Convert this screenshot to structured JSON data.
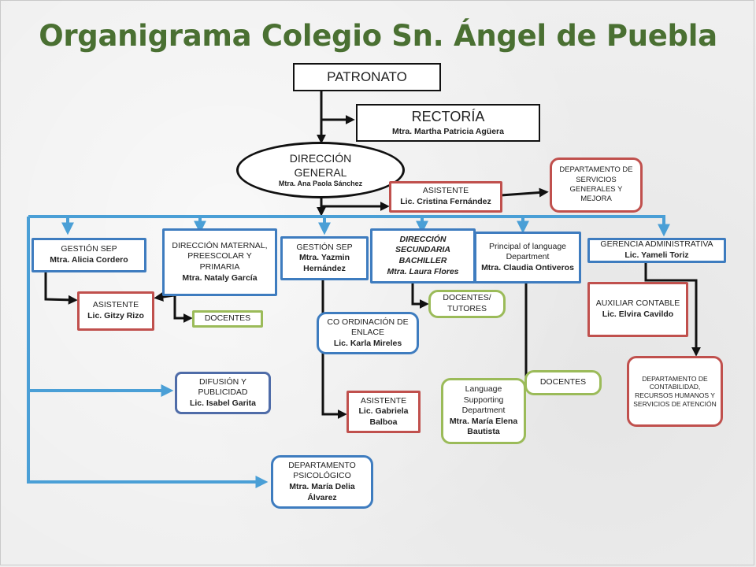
{
  "title": "Organigrama  Colegio Sn. Ángel de Puebla",
  "nodes": {
    "patronato": {
      "l1": "PATRONATO"
    },
    "rectoria": {
      "l1": "RECTORÍA",
      "l2": "Mtra. Martha Patricia Agüera"
    },
    "direccion_general": {
      "l1": "DIRECCIÓN",
      "l2": "GENERAL",
      "l3": "Mtra. Ana Paola Sánchez"
    },
    "asistente_cristina": {
      "l1": "ASISTENTE",
      "l2": "Lic. Cristina Fernández"
    },
    "depto_servicios": {
      "l1": "DEPARTAMENTO DE SERVICIOS GENERALES Y MEJORA"
    },
    "gestion_sep_alicia": {
      "l1": "GESTIÓN SEP",
      "l2": "Mtra. Alicia Cordero"
    },
    "direccion_maternal": {
      "l1": "DIRECCIÓN MATERNAL, PREESCOLAR Y PRIMARIA",
      "l2": "Mtra. Nataly García"
    },
    "gestion_sep_yazmin": {
      "l1": "GESTIÓN SEP",
      "l2": "Mtra. Yazmin Hernández"
    },
    "direccion_secundaria": {
      "l1": "DIRECCIÓN SECUNDARIA BACHILLER",
      "l2": "Mtra. Laura Flores"
    },
    "principal_language": {
      "l1": "Principal of language Department",
      "l2": "Mtra. Claudia Ontiveros"
    },
    "gerencia_admin": {
      "l1": "GERENCIA ADMINISTRATIVA",
      "l2": "Lic. Yameli Toriz"
    },
    "asistente_gitzy": {
      "l1": "ASISTENTE",
      "l2": "Lic. Gitzy Rizo"
    },
    "docentes_1": {
      "l1": "DOCENTES"
    },
    "docentes_tutores": {
      "l1": "DOCENTES/ TUTORES"
    },
    "coordinacion_enlace": {
      "l1": "CO ORDINACIÓN DE ENLACE",
      "l2": "Lic. Karla Mireles"
    },
    "auxiliar_contable": {
      "l1": "AUXILIAR CONTABLE",
      "l2": "Lic. Elvira Cavildo"
    },
    "depto_contabilidad": {
      "l1": "DEPARTAMENTO DE CONTABILIDAD, RECURSOS HUMANOS Y SERVICIOS DE ATENCIÓN"
    },
    "difusion": {
      "l1": "DIFUSIÓN Y PUBLICIDAD",
      "l2": "Lic. Isabel Garita"
    },
    "asistente_gabriela": {
      "l1": "ASISTENTE",
      "l2": "Lic. Gabriela Balboa"
    },
    "language_supporting": {
      "l1": "Language Supporting Department",
      "l2": "Mtra. María Elena Bautista"
    },
    "docentes_2": {
      "l1": "DOCENTES"
    },
    "depto_psicologico": {
      "l1": "DEPARTAMENTO PSICOLÓGICO",
      "l2": "Mtra. María Delia Álvarez"
    }
  },
  "colors": {
    "title": "#4a7032",
    "blue": "#3e7cbf",
    "red": "#c0504d",
    "green": "#9bbb59",
    "line": "#111111"
  }
}
